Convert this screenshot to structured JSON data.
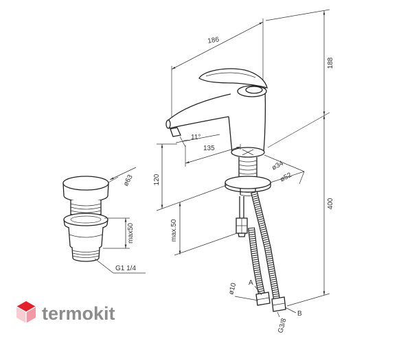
{
  "dimensions": {
    "d186": "186",
    "d188": "188",
    "d400": "400",
    "angle": "11°",
    "d135": "135",
    "d120": "120",
    "max50_mount": "max.50",
    "dia34": "ø34",
    "dia52": "ø52",
    "dia10": "ø10",
    "label_a": "A",
    "label_b": "B",
    "thread_hose": "G3/8"
  },
  "drain": {
    "dia63": "ø63",
    "max50": "max50",
    "thread": "G1 1/4"
  },
  "logo": {
    "text": "termokit",
    "icon": "hexagon-cube-icon"
  },
  "colors": {
    "line": "#333333",
    "logo_text": "#8c8c8c",
    "logo_red": "#e3202c",
    "logo_pink": "#f19aa5",
    "logo_light": "#f8cdd2"
  }
}
